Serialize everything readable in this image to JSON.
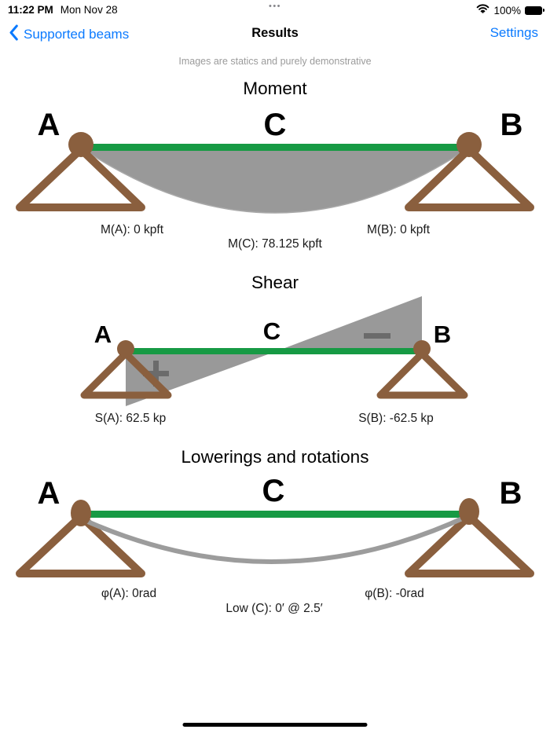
{
  "status_bar": {
    "time": "11:22 PM",
    "date": "Mon Nov 28",
    "multitask_dots": "•••",
    "battery_percent": "100%"
  },
  "nav": {
    "back": "Supported beams",
    "title": "Results",
    "settings": "Settings"
  },
  "disclaimer": "Images are statics and purely demonstrative",
  "sections": {
    "moment": {
      "title": "Moment",
      "points": {
        "a": "A",
        "c": "C",
        "b": "B"
      },
      "values": {
        "a": "M(A): 0 kpft",
        "b": "M(B): 0 kpft",
        "c": "M(C): 78.125 kpft"
      }
    },
    "shear": {
      "title": "Shear",
      "points": {
        "a": "A",
        "c": "C",
        "b": "B"
      },
      "positive_sign": "+",
      "negative_sign": "−",
      "values": {
        "a": "S(A): 62.5 kp",
        "b": "S(B): -62.5 kp"
      }
    },
    "lowerings": {
      "title": "Lowerings and rotations",
      "points": {
        "a": "A",
        "c": "C",
        "b": "B"
      },
      "values": {
        "a": "φ(A): 0rad",
        "b": "φ(B): -0rad",
        "c": "Low (C): 0′ @ 2.5′"
      }
    }
  },
  "colors": {
    "accent_blue": "#0a7aff",
    "beam_green": "#179a44",
    "support_brown": "#8a5f3e",
    "diagram_gray": "#999999",
    "sign_gray": "#6b6b6b",
    "deflection_gray": "#9c9c9c"
  }
}
